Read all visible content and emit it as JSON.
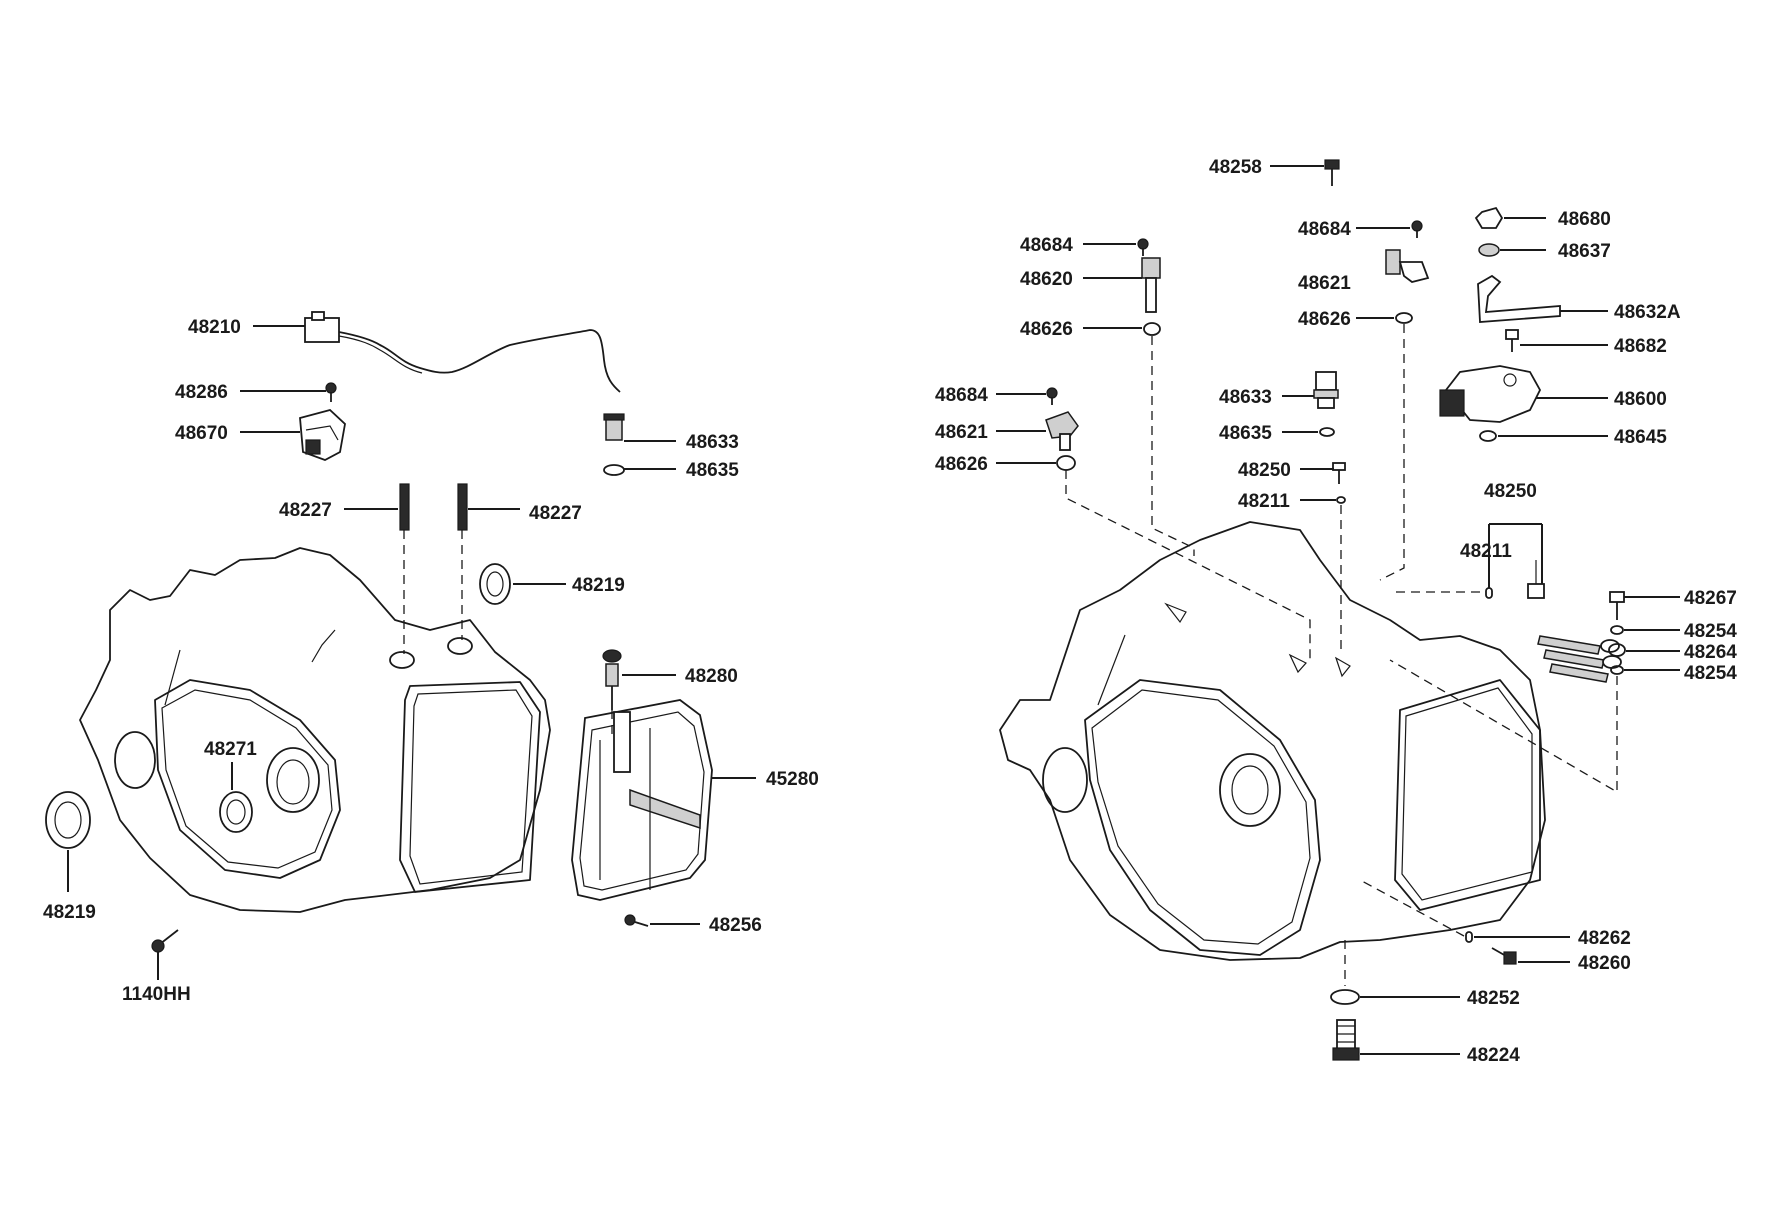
{
  "diagram": {
    "labels": {
      "l48210": "48210",
      "l48286": "48286",
      "l48670": "48670",
      "l48633a": "48633",
      "l48635a": "48635",
      "l48227a": "48227",
      "l48227b": "48227",
      "l48219a": "48219",
      "l48280": "48280",
      "l48271": "48271",
      "l45280": "45280",
      "l48219b": "48219",
      "l48256": "48256",
      "l1140HH": "1140HH",
      "l48258": "48258",
      "l48684a": "48684",
      "l48620": "48620",
      "l48626a": "48626",
      "l48684b": "48684",
      "l48621a": "48621",
      "l48626b": "48626",
      "l48684c": "48684",
      "l48621b": "48621",
      "l48626c": "48626",
      "l48633b": "48633",
      "l48635b": "48635",
      "l48250a": "48250",
      "l48211a": "48211",
      "l48680": "48680",
      "l48637": "48637",
      "l48632A": "48632A",
      "l48682": "48682",
      "l48600": "48600",
      "l48645": "48645",
      "l48250b": "48250",
      "l48211b": "48211",
      "l48267": "48267",
      "l48254a": "48254",
      "l48264": "48264",
      "l48254b": "48254",
      "l48262": "48262",
      "l48260": "48260",
      "l48252": "48252",
      "l48224": "48224"
    }
  }
}
